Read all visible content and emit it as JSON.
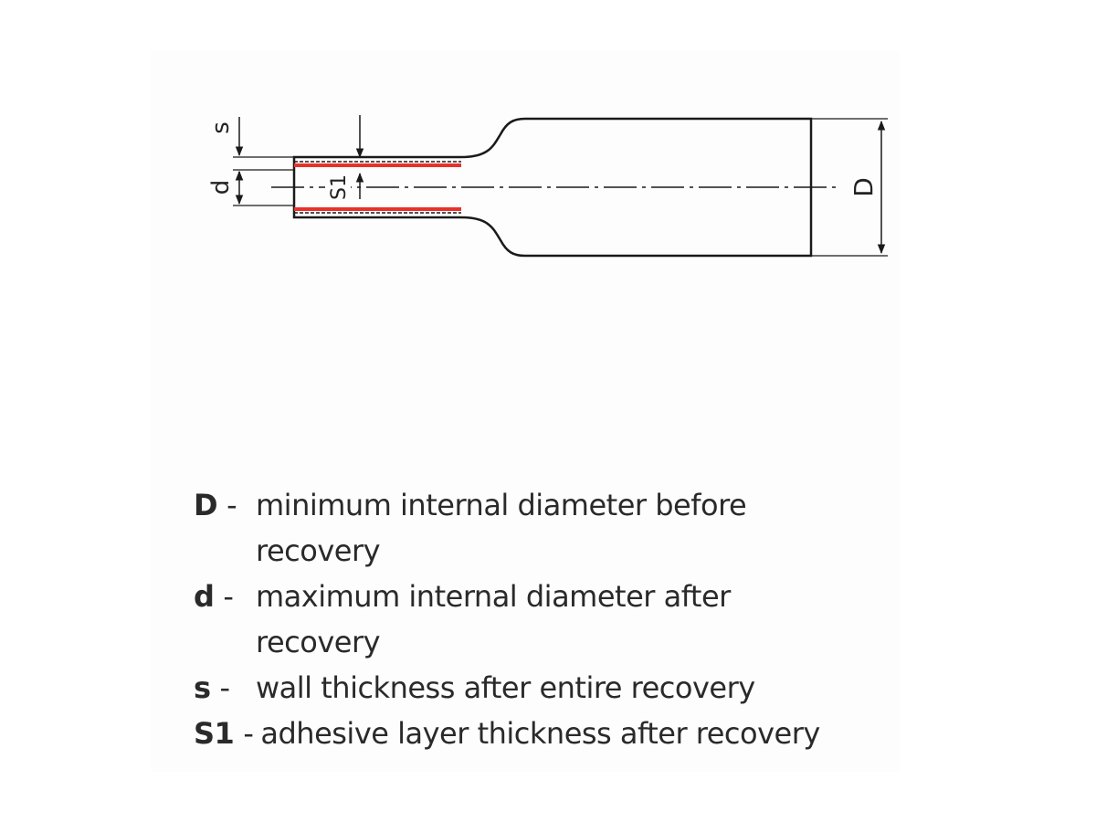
{
  "diagram": {
    "labels": {
      "s": "s",
      "d": "d",
      "S1": "S1",
      "D": "D"
    },
    "colors": {
      "outline": "#1a1a1a",
      "adhesive": "#e8312a",
      "background": "#fdfdfd"
    }
  },
  "legend": [
    {
      "symbol": "D",
      "separator": "-",
      "description": "minimum internal diameter before recovery"
    },
    {
      "symbol": "d",
      "separator": "-",
      "description": "maximum internal diameter after recovery"
    },
    {
      "symbol": "s",
      "separator": "-",
      "description": "wall thickness after entire recovery"
    },
    {
      "symbol": "S1",
      "separator": "-",
      "description": "adhesive layer thickness after recovery"
    }
  ]
}
